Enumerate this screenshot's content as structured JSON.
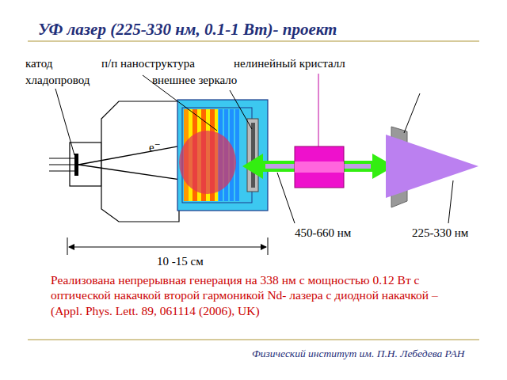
{
  "diagram": {
    "title": "УФ лазер (225-330 нм, 0.1-1 Вт)- проект",
    "caption": "Реализована непрерывная генерация на 338 нм с мощностью 0.12 Вт с оптической накачкой второй гармоникой Nd- лазера с диодной накачкой – (Appl. Phys. Lett. 89, 061114 (2006), UK)",
    "labels": [
      "катод",
      "п/п наноструктура",
      "нелинейный кристалл",
      "хладопровод",
      "внешнее зеркало",
      "e⁻",
      "450-660 нм",
      "225-330 нм",
      "10 -15 см",
      "Физический институт им. П.Н. Лебедева РАН"
    ]
  }
}
